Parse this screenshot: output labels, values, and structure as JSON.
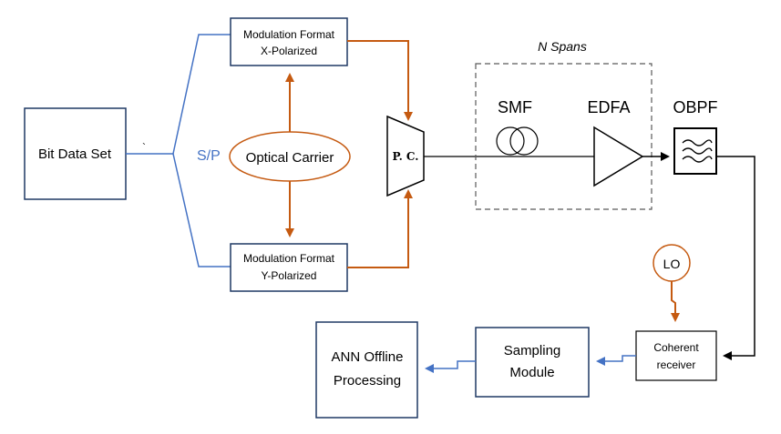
{
  "colors": {
    "blue": "#4472c4",
    "orange": "#c55a11",
    "box_border": "#1f3864",
    "dashed": "#595959",
    "black": "#000000"
  },
  "blocks": {
    "bit_data_set": "Bit Data Set",
    "sp": "S/P",
    "tick_mark": "`",
    "mod_x_line1": "Modulation Format",
    "mod_x_line2": "X-Polarized",
    "mod_y_line1": "Modulation Format",
    "mod_y_line2": "Y-Polarized",
    "optical_carrier": "Optical Carrier",
    "pc": "P. C.",
    "n_spans": "N Spans",
    "smf": "SMF",
    "edfa": "EDFA",
    "obpf": "OBPF",
    "lo": "LO",
    "coherent_line1": "Coherent",
    "coherent_line2": "receiver",
    "sampling_line1": "Sampling",
    "sampling_line2": "Module",
    "ann_line1": "ANN Offline",
    "ann_line2": "Processing"
  }
}
